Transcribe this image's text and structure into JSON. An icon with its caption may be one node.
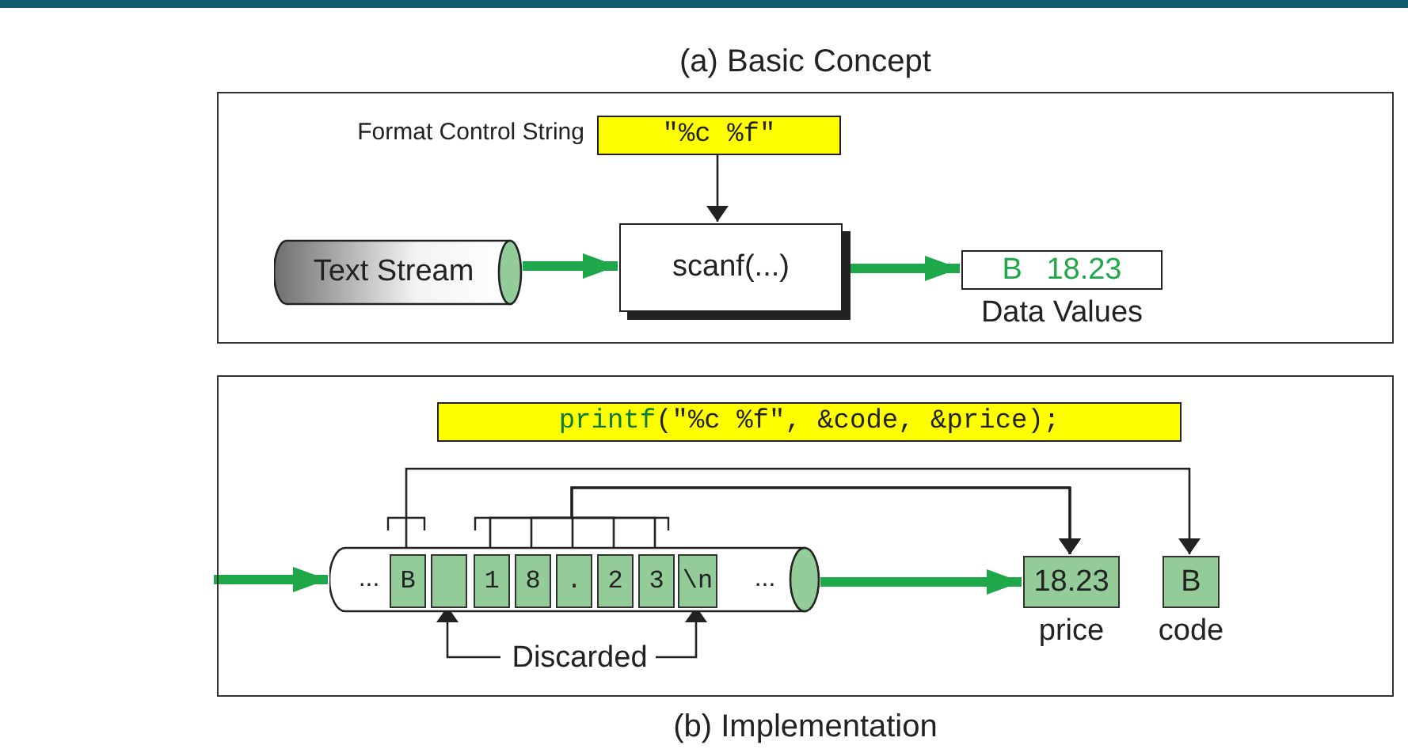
{
  "diagram": {
    "nodes": [
      {
        "text": [
          "(a) Basic Concept"
        ]
      },
      {
        "text": [
          "\"%c %f\""
        ],
        "in": 0,
        "beside": [
          "Format Control String"
        ]
      },
      {
        "text": [
          "Text Stream"
        ],
        "in": 0
      },
      {
        "text": [
          "scanf(...)"
        ],
        "in": 0
      },
      {
        "text": [
          "B 18.23"
        ],
        "in": 0,
        "beside": [
          "Data Values"
        ]
      },
      {
        "text": [
          "(b) Implementation"
        ]
      },
      {
        "text": [
          "printf(\"%c %f\", &code, &price);"
        ],
        "in": 5
      },
      {
        "text": [
          "...",
          "..."
        ],
        "in": 5
      },
      {
        "text": [
          "B"
        ],
        "in": 7
      },
      {
        "text": [],
        "shape": "box",
        "in": 7
      },
      {
        "text": [
          "1"
        ],
        "in": 7
      },
      {
        "text": [
          "8"
        ],
        "in": 7
      },
      {
        "text": [
          "."
        ],
        "in": 7
      },
      {
        "text": [
          "2"
        ],
        "in": 7
      },
      {
        "text": [
          "3"
        ],
        "in": 7
      },
      {
        "text": [
          "\\n"
        ],
        "in": 7
      },
      {
        "text": [
          "18.23"
        ],
        "in": 5,
        "beside": [
          "price"
        ]
      },
      {
        "text": [
          "B"
        ],
        "in": 5,
        "beside": [
          "code"
        ]
      },
      {
        "text": [
          "Discarded"
        ],
        "in": 5
      }
    ],
    "edges": [
      {
        "from": 1,
        "to": 3,
        "arrow": "to"
      },
      {
        "from": 2,
        "to": 3,
        "arrow": "to",
        "style": "thick",
        "color": "#1fa84a"
      },
      {
        "from": 3,
        "to": 4,
        "arrow": "to",
        "style": "thick",
        "color": "#1fa84a"
      },
      {
        "from": null,
        "to": 7,
        "arrow": "to",
        "style": "thick",
        "color": "#1fa84a"
      },
      {
        "from": 7,
        "to": 16,
        "arrow": "to",
        "style": "thick",
        "color": "#1fa84a"
      },
      {
        "from": 8,
        "to": 17,
        "arrow": "to"
      },
      {
        "from": 10,
        "to": 16,
        "arrow": "to"
      },
      {
        "from": 11,
        "to": 16,
        "arrow": "to"
      },
      {
        "from": 12,
        "to": 16,
        "arrow": "to"
      },
      {
        "from": 13,
        "to": 16,
        "arrow": "to"
      },
      {
        "from": 14,
        "to": 16,
        "arrow": "to"
      },
      {
        "from": 18,
        "to": 9,
        "arrow": "to"
      },
      {
        "from": 18,
        "to": 15,
        "arrow": "to"
      }
    ]
  }
}
